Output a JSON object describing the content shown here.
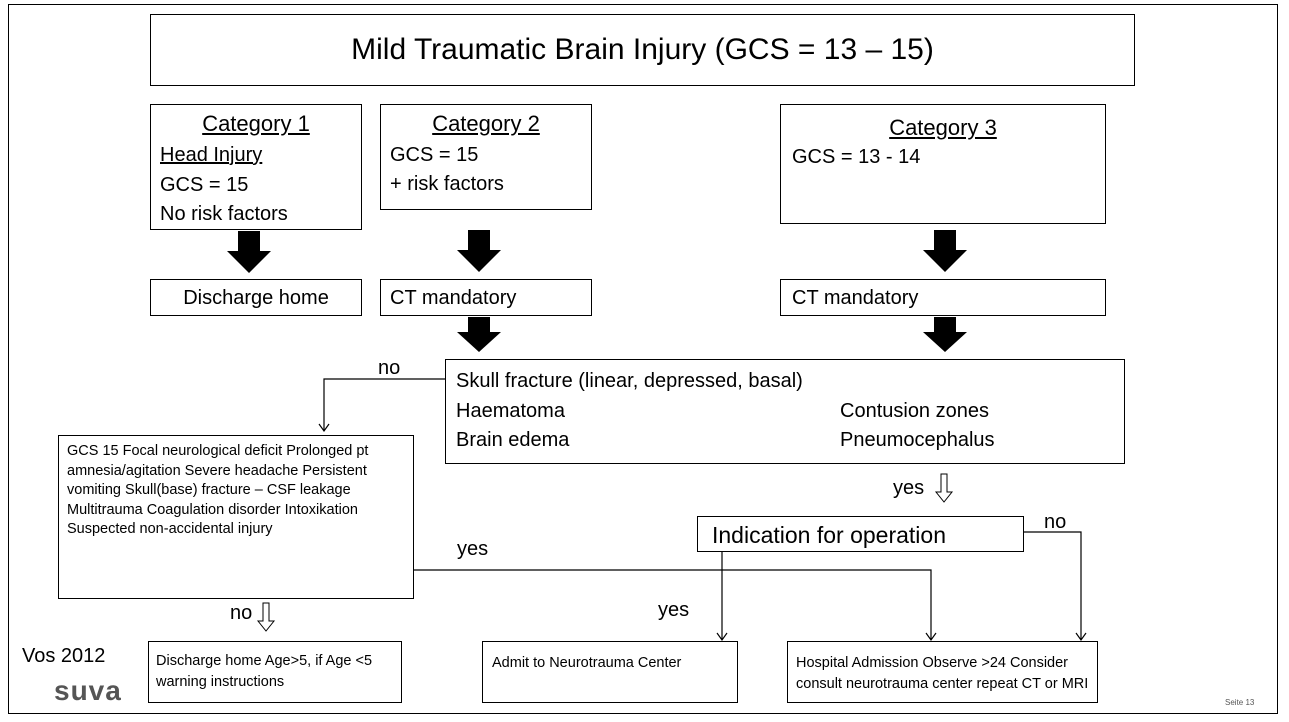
{
  "title": "Mild Traumatic Brain Injury (GCS = 13 – 15)",
  "category1": {
    "heading": "Category 1",
    "subheading": "Head Injury",
    "lines": [
      "GCS = 15",
      "No risk factors"
    ],
    "outcome": "Discharge home"
  },
  "category2": {
    "heading": "Category 2",
    "lines": [
      "GCS = 15",
      "+ risk factors"
    ],
    "outcome": "CT mandatory"
  },
  "category3": {
    "heading": "Category 3",
    "lines": [
      "GCS = 13 - 14"
    ],
    "outcome": "CT mandatory"
  },
  "findings": {
    "line1": "Skull fracture (linear, depressed, basal)",
    "left": [
      "Haematoma",
      "Brain edema"
    ],
    "right": [
      "Contusion zones",
      "Pneumocephalus"
    ]
  },
  "risk_factors": "GCS 15 Focal neurological deficit Prolonged pt amnesia/agitation Severe headache Persistent vomiting Skull(base) fracture – CSF leakage Multitrauma Coagulation disorder Intoxikation Suspected non-accidental injury",
  "indication": "Indication for operation",
  "labels": {
    "no_top": "no",
    "yes_findings": "yes",
    "no_indication": "no",
    "yes_risk": "yes",
    "yes_indication": "yes",
    "no_risk": "no"
  },
  "outcomes": {
    "discharge": "Discharge home  Age>5, if Age <5 warning instructions",
    "admit": "Admit to Neurotrauma Center",
    "hospital": "Hospital Admission Observe >24 Consider consult neurotrauma center repeat CT or MRI"
  },
  "citation": "Vos 2012",
  "logo": "suva",
  "page_label": "Seite 13"
}
